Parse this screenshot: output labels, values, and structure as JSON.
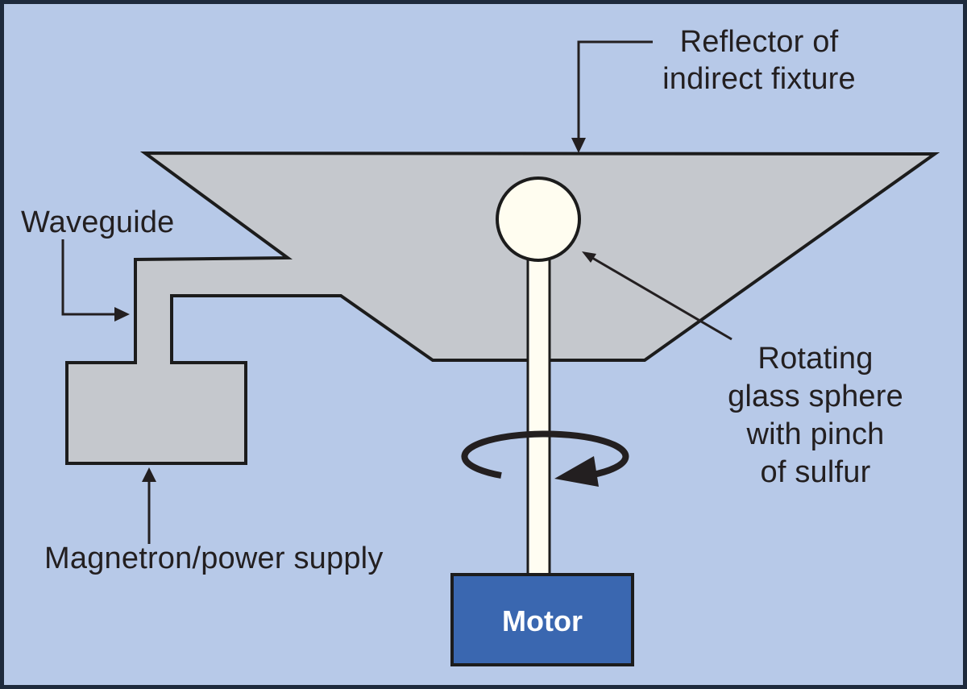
{
  "canvas": {
    "background": "#b7c9e8",
    "border_color": "#1e2a3c"
  },
  "colors": {
    "shape_fill": "#c5c8cd",
    "outline": "#1c1c1c",
    "sphere_fill": "#fffdf0",
    "stem_fill": "#fffdf2",
    "motor_fill": "#3a67b0",
    "motor_text": "#ffffff",
    "label_text": "#231f20",
    "arrow": "#231f20"
  },
  "labels": {
    "reflector_line1": "Reflector of",
    "reflector_line2": "indirect fixture",
    "waveguide": "Waveguide",
    "magnetron": "Magnetron/power supply",
    "sphere_line1": "Rotating",
    "sphere_line2": "glass sphere",
    "sphere_line3": "with pinch",
    "sphere_line4": "of sulfur",
    "motor": "Motor"
  }
}
